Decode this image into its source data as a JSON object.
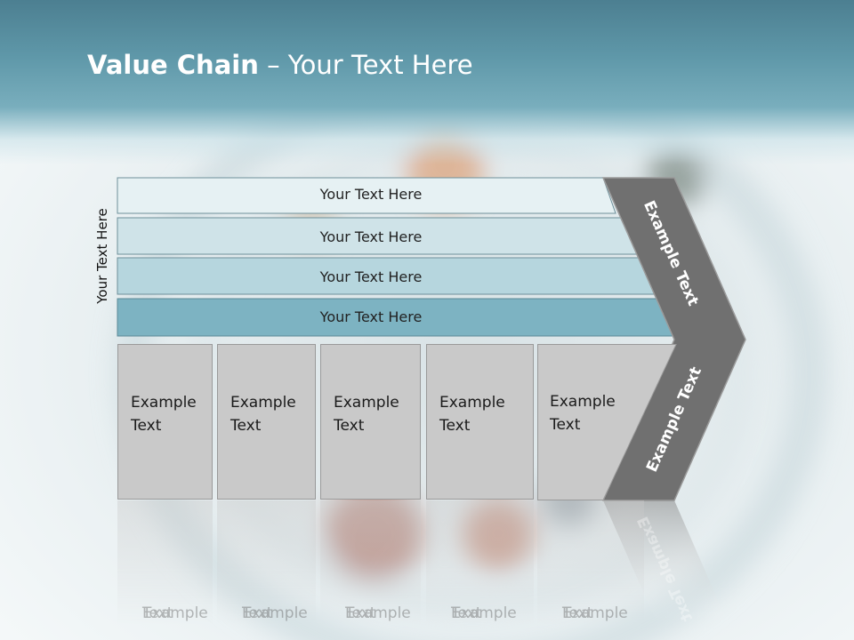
{
  "slide": {
    "title_bold": "Value Chain",
    "title_rest": " – Your Text Here",
    "side_label": "Your Text Here",
    "bands": [
      "Your Text Here",
      "Your Text Here",
      "Your Text Here",
      "Your Text Here"
    ],
    "boxes": [
      {
        "line1": "Example",
        "line2": "Text"
      },
      {
        "line1": "Example",
        "line2": "Text"
      },
      {
        "line1": "Example",
        "line2": "Text"
      },
      {
        "line1": "Example",
        "line2": "Text"
      },
      {
        "line1": "Example",
        "line2": "Text"
      }
    ],
    "chevron_top": "Example Text",
    "chevron_bottom": "Example Text"
  },
  "colors": {
    "header": "#5f98a9",
    "band1": "#e6f1f3",
    "band2": "#cfe3e8",
    "band3": "#b6d6de",
    "band4": "#7db3c2",
    "box": "#c9c9c9",
    "chevron": "#707070"
  }
}
